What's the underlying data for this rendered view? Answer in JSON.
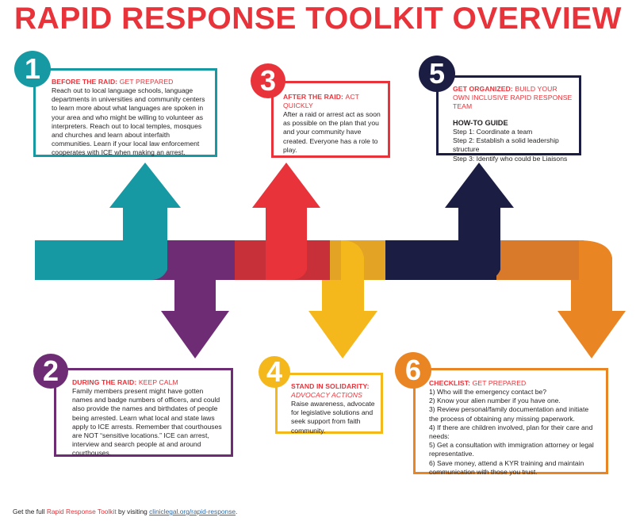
{
  "title": "RAPID RESPONSE TOOLKIT OVERVIEW",
  "colors": {
    "teal": "#1699a2",
    "purple": "#6e2c74",
    "red": "#e8333a",
    "yellow": "#f5b81c",
    "navy": "#1b1d43",
    "orange": "#ea8524"
  },
  "steps": [
    {
      "number": "1",
      "heading": "BEFORE THE RAID:",
      "subheading": "GET PREPARED",
      "body": "Reach out to local language schools, language departments in universities and community centers to learn more about what languages are spoken in your area and who might be willing to volunteer as interpreters. Reach out to local temples, mosques and churches and learn about interfaith communities. Learn if your local law enforcement cooperates with ICE when making an arrest."
    },
    {
      "number": "2",
      "heading": "DURING THE RAID:",
      "subheading": "KEEP CALM",
      "body": "Family members present might have gotten names and badge numbers of officers, and could also provide the names and birthdates of people being arrested. Learn what local and state laws apply to ICE arrests. Remember that courthouses are NOT “sensitive locations.” ICE can arrest, interview and search people at and around courthouses."
    },
    {
      "number": "3",
      "heading": "AFTER THE RAID:",
      "subheading": "ACT QUICKLY",
      "body": "After a raid or arrest act as soon as possible on the plan that you and your community have created. Everyone has a role to play."
    },
    {
      "number": "4",
      "heading": "STAND IN SOLIDARITY:",
      "subheading": "ADVOCACY ACTIONS",
      "body": "Raise awareness, advocate for legislative solutions and seek support from faith community."
    },
    {
      "number": "5",
      "heading": "GET ORGANIZED:",
      "subheading": "BUILD YOUR OWN INCLUSIVE RAPID RESPONSE TEAM",
      "guide_title": "HOW-TO GUIDE",
      "guide_steps": [
        "Step 1: Coordinate a team",
        "Step 2: Establish a solid leadership structure",
        "Step 3: Identify who could be Liaisons"
      ]
    },
    {
      "number": "6",
      "heading": "CHECKLIST:",
      "subheading": "GET PREPARED",
      "items": [
        "1) Who will the emergency contact be?",
        "2) Know your alien number if you have one.",
        "3) Review personal/family documentation and initiate the process of obtaining any missing paperwork.",
        "4) If there are children involved, plan for their care and needs:",
        "5) Get a consultation with immigration attorney or legal representative.",
        "6) Save money, attend a KYR training and  maintain communication with those you trust."
      ]
    }
  ],
  "footer": {
    "prefix": "Get the full ",
    "highlight": "Rapid Response Toolkit",
    "middle": " by visiting ",
    "link": "cliniclegal.org/rapid-response",
    "suffix": "."
  }
}
